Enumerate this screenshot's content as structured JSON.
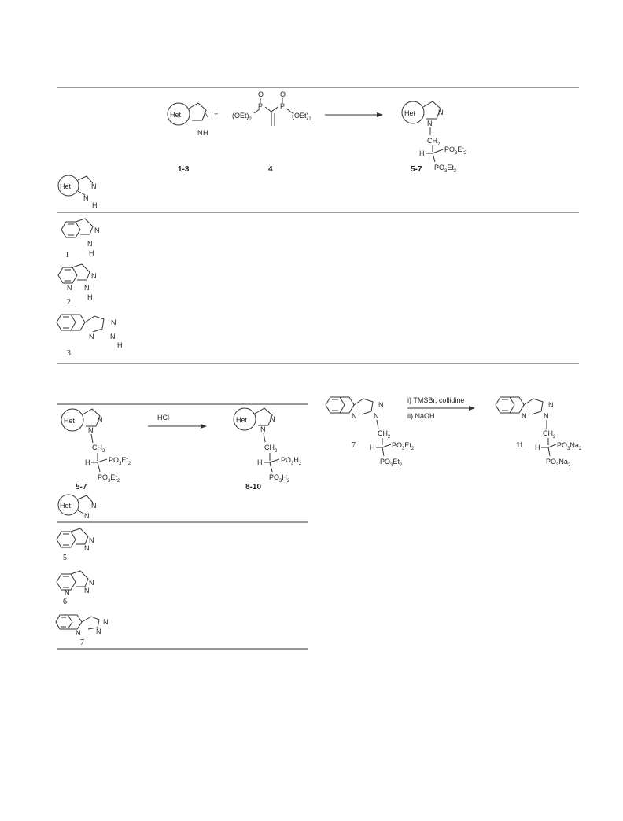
{
  "scheme1": {
    "het_label": "Het",
    "atom_n": "N",
    "atom_h": "H",
    "atom_o": "O",
    "atom_p": "P",
    "plus": "+",
    "reagent_left": "(OEt)",
    "reagent_right": "(OEt)",
    "sub_2": "2",
    "product_h": "H",
    "product_ch2": "CH",
    "po3et2": "PO",
    "po3et2_mid": "3",
    "po3et2_end": "Et",
    "label_start": "1-3",
    "label_reagent": "4",
    "label_product": "5-7",
    "rows": [
      "1",
      "2",
      "3"
    ]
  },
  "scheme2": {
    "het_label": "Het",
    "reagent": "HCl",
    "label_start": "5-7",
    "label_product": "8-10",
    "po3h2": "PO",
    "po3h2_mid": "3",
    "po3h2_end": "H",
    "rows": [
      "5",
      "6",
      "7"
    ]
  },
  "scheme3": {
    "step1": "i) TMSBr, collidine",
    "step2": "ii) NaOH",
    "label_start": "7",
    "label_product": "11",
    "po3na2": "PO",
    "po3na2_mid": "3",
    "po3na2_end": "Na"
  }
}
